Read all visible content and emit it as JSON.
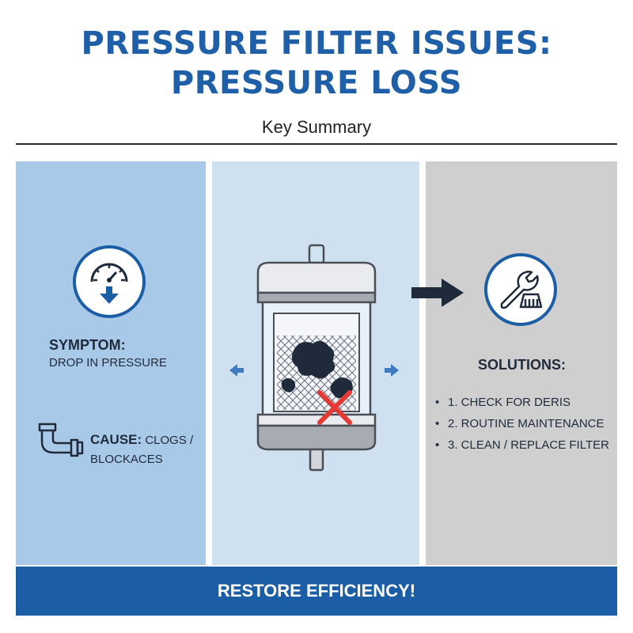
{
  "header": {
    "title_line1": "PRESSURE FILTER ISSUES:",
    "title_line2": "PRESSURE LOSS",
    "subtitle": "Key Summary"
  },
  "symptom": {
    "label": "SYMPTOM:",
    "text": "DROP IN PRESSURE",
    "icon": "pressure-gauge-down-icon"
  },
  "cause": {
    "label": "CAUSE:",
    "text_inline": "CLOGS /",
    "text_line2": "BLOCKACES",
    "icon": "pipe-elbow-icon"
  },
  "filter": {
    "icon": "clogged-filter-cartridge",
    "mark": "red-x-icon",
    "flow": [
      "arrow-left-icon",
      "arrow-right-icon"
    ]
  },
  "solutions": {
    "label": "SOLUTIONS:",
    "items": [
      "1. CHECK FOR DERIS",
      "2. ROUTINE MAINTENANCE",
      "3. CLEAN / REPLACE FILTER"
    ],
    "icon": "wrench-brush-icon",
    "arrow": "arrow-right-icon"
  },
  "banner": {
    "text": "RESTORE EFFICIENCY!"
  },
  "colors": {
    "title_blue": "#1f5fa8",
    "panel_left": "#a9c9e8",
    "panel_mid": "#cfe0f1",
    "panel_right": "#cfcfcf",
    "banner": "#1c5ea6",
    "x_red": "#e53935"
  }
}
